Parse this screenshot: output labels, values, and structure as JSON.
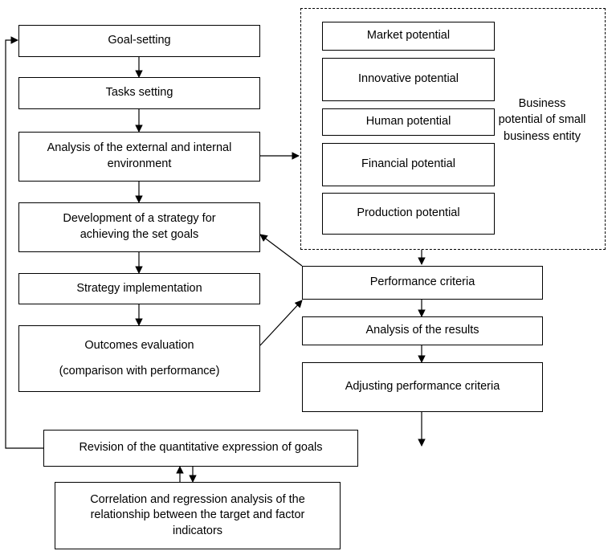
{
  "left_column": {
    "goal_setting": "Goal-setting",
    "tasks_setting": "Tasks setting",
    "analysis_environment": "Analysis of the external and internal environment",
    "strategy_development": "Development of a strategy for achieving the set goals",
    "strategy_implementation": "Strategy implementation",
    "outcomes_evaluation_line1": "Outcomes evaluation",
    "outcomes_evaluation_line2": "(comparison with performance)"
  },
  "potential_group": {
    "items": [
      "Market potential",
      "Innovative potential",
      "Human potential",
      "Financial potential",
      "Production potential"
    ],
    "label": "Business potential of small business entity"
  },
  "right_column": {
    "performance_criteria": "Performance criteria",
    "analysis_results": "Analysis of the results",
    "adjusting_criteria": "Adjusting performance criteria"
  },
  "bottom": {
    "revision": "Revision of the quantitative expression of goals",
    "correlation": "Correlation and regression analysis of the relationship between the target and factor indicators"
  }
}
